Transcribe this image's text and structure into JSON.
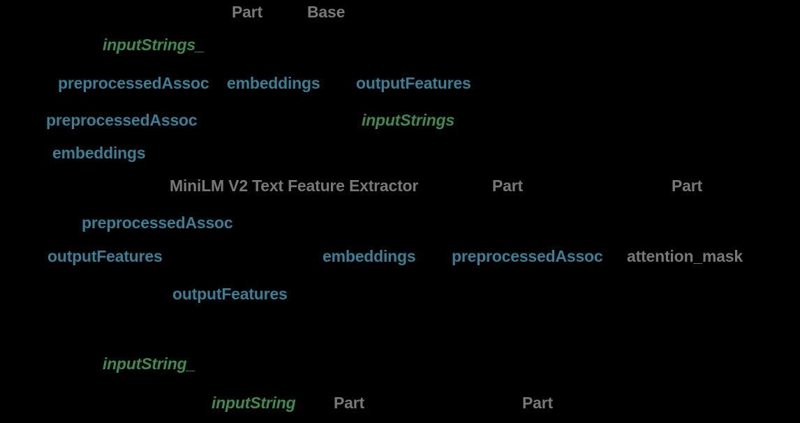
{
  "app": {
    "description": "Wolfram Language code listing on black background; only syntax-highlighted tokens visible",
    "background_color": "#000000"
  },
  "palette": {
    "string_literal_gray": "#787878",
    "local_variable_teal": "#3a7f96",
    "pattern_variable_green": "#3f8b4f"
  },
  "code": {
    "language": "Wolfram Language",
    "lines": [
      {
        "tokens": [
          {
            "text": "Part",
            "role": "string"
          },
          {
            "text": "Base",
            "role": "string"
          }
        ]
      },
      {
        "tokens": [
          {
            "text": "inputStrings_",
            "role": "pattern"
          }
        ]
      },
      {
        "tokens": [
          {
            "text": "preprocessedAssoc",
            "role": "local"
          },
          {
            "text": "embeddings",
            "role": "local"
          },
          {
            "text": "outputFeatures",
            "role": "local"
          }
        ]
      },
      {
        "tokens": [
          {
            "text": "preprocessedAssoc",
            "role": "local"
          },
          {
            "text": "inputStrings",
            "role": "pattern"
          }
        ]
      },
      {
        "tokens": [
          {
            "text": "embeddings",
            "role": "local"
          }
        ]
      },
      {
        "tokens": [
          {
            "text": "MiniLM V2 Text Feature Extractor",
            "role": "string"
          },
          {
            "text": "Part",
            "role": "string"
          },
          {
            "text": "Part",
            "role": "string"
          }
        ]
      },
      {
        "tokens": [
          {
            "text": "preprocessedAssoc",
            "role": "local"
          }
        ]
      },
      {
        "tokens": [
          {
            "text": "outputFeatures",
            "role": "local"
          },
          {
            "text": "embeddings",
            "role": "local"
          },
          {
            "text": "preprocessedAssoc",
            "role": "local"
          },
          {
            "text": "attention_mask",
            "role": "string"
          }
        ]
      },
      {
        "tokens": [
          {
            "text": "outputFeatures",
            "role": "local"
          }
        ]
      },
      {
        "tokens": []
      },
      {
        "tokens": [
          {
            "text": "inputString_",
            "role": "pattern"
          }
        ]
      },
      {
        "tokens": [
          {
            "text": "inputString",
            "role": "pattern"
          },
          {
            "text": "Part",
            "role": "string"
          },
          {
            "text": "Part",
            "role": "string"
          }
        ]
      }
    ]
  }
}
